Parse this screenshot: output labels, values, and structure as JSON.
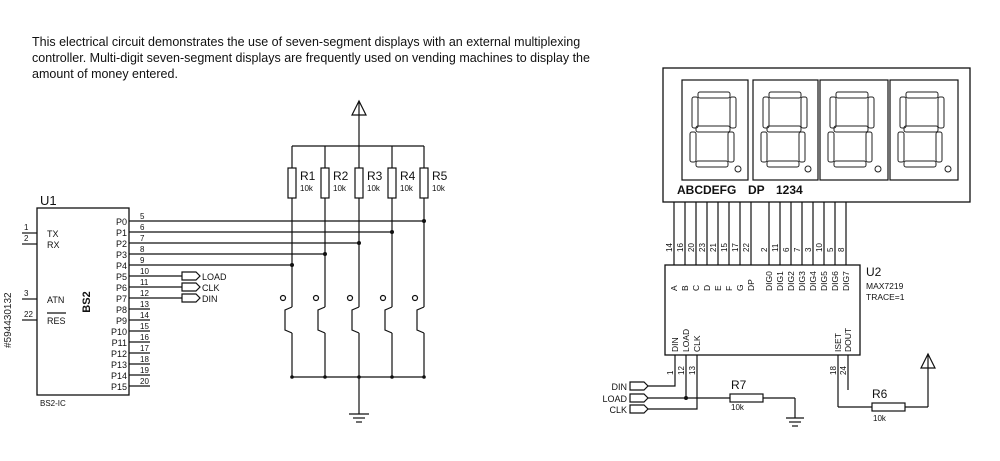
{
  "description": {
    "line1": "This electrical circuit  demonstrates the use of seven-segment displays with an external multiplexing",
    "line2": "controller. Multi-digit seven-segment displays are frequently used on vending machines to display the",
    "line3": "amount of money entered."
  },
  "stock_id": "#594430132",
  "u1": {
    "ref": "U1",
    "part": "BS2",
    "footer": "BS2-IC",
    "left_pins": [
      {
        "num": "1",
        "label": "TX"
      },
      {
        "num": "2",
        "label": "RX"
      },
      {
        "num": "3",
        "label": "ATN"
      },
      {
        "num": "22",
        "label": "RES"
      }
    ],
    "right_pins": [
      {
        "label": "P0",
        "num": "5"
      },
      {
        "label": "P1",
        "num": "6"
      },
      {
        "label": "P2",
        "num": "7"
      },
      {
        "label": "P3",
        "num": "8"
      },
      {
        "label": "P4",
        "num": "9"
      },
      {
        "label": "P5",
        "num": "10"
      },
      {
        "label": "P6",
        "num": "11"
      },
      {
        "label": "P7",
        "num": "12"
      },
      {
        "label": "P8",
        "num": "13"
      },
      {
        "label": "P9",
        "num": "14"
      },
      {
        "label": "P10",
        "num": "15"
      },
      {
        "label": "P11",
        "num": "16"
      },
      {
        "label": "P12",
        "num": "17"
      },
      {
        "label": "P13",
        "num": "18"
      },
      {
        "label": "P14",
        "num": "19"
      },
      {
        "label": "P15",
        "num": "20"
      }
    ],
    "outputs": [
      "LOAD",
      "CLK",
      "DIN"
    ]
  },
  "resistors": [
    {
      "ref": "R1",
      "value": "10k"
    },
    {
      "ref": "R2",
      "value": "10k"
    },
    {
      "ref": "R3",
      "value": "10k"
    },
    {
      "ref": "R4",
      "value": "10k"
    },
    {
      "ref": "R5",
      "value": "10k"
    }
  ],
  "display": {
    "segments_label": "ABCDEFG",
    "dp_label": "DP",
    "digits_label": "1234",
    "digit_count": 4
  },
  "u2": {
    "ref": "U2",
    "part": "MAX7219",
    "trace": "TRACE=1",
    "top_pins": [
      {
        "label": "A",
        "num": "14"
      },
      {
        "label": "B",
        "num": "16"
      },
      {
        "label": "C",
        "num": "20"
      },
      {
        "label": "D",
        "num": "23"
      },
      {
        "label": "E",
        "num": "21"
      },
      {
        "label": "F",
        "num": "15"
      },
      {
        "label": "G",
        "num": "17"
      },
      {
        "label": "DP",
        "num": "22"
      },
      {
        "label": "DIG0",
        "num": "2"
      },
      {
        "label": "DIG1",
        "num": "11"
      },
      {
        "label": "DIG2",
        "num": "6"
      },
      {
        "label": "DIG3",
        "num": "7"
      },
      {
        "label": "DIG4",
        "num": "3"
      },
      {
        "label": "DIG5",
        "num": "10"
      },
      {
        "label": "DIG6",
        "num": "5"
      },
      {
        "label": "DIG7",
        "num": "8"
      }
    ],
    "bottom_pins": [
      {
        "label": "DIN",
        "num": "1"
      },
      {
        "label": "LOAD",
        "num": "12"
      },
      {
        "label": "CLK",
        "num": "13"
      },
      {
        "label": "ISET",
        "num": "18"
      },
      {
        "label": "DOUT",
        "num": "24"
      }
    ],
    "inputs": [
      "DIN",
      "LOAD",
      "CLK"
    ]
  },
  "r7": {
    "ref": "R7",
    "value": "10k"
  },
  "r6": {
    "ref": "R6",
    "value": "10k"
  }
}
